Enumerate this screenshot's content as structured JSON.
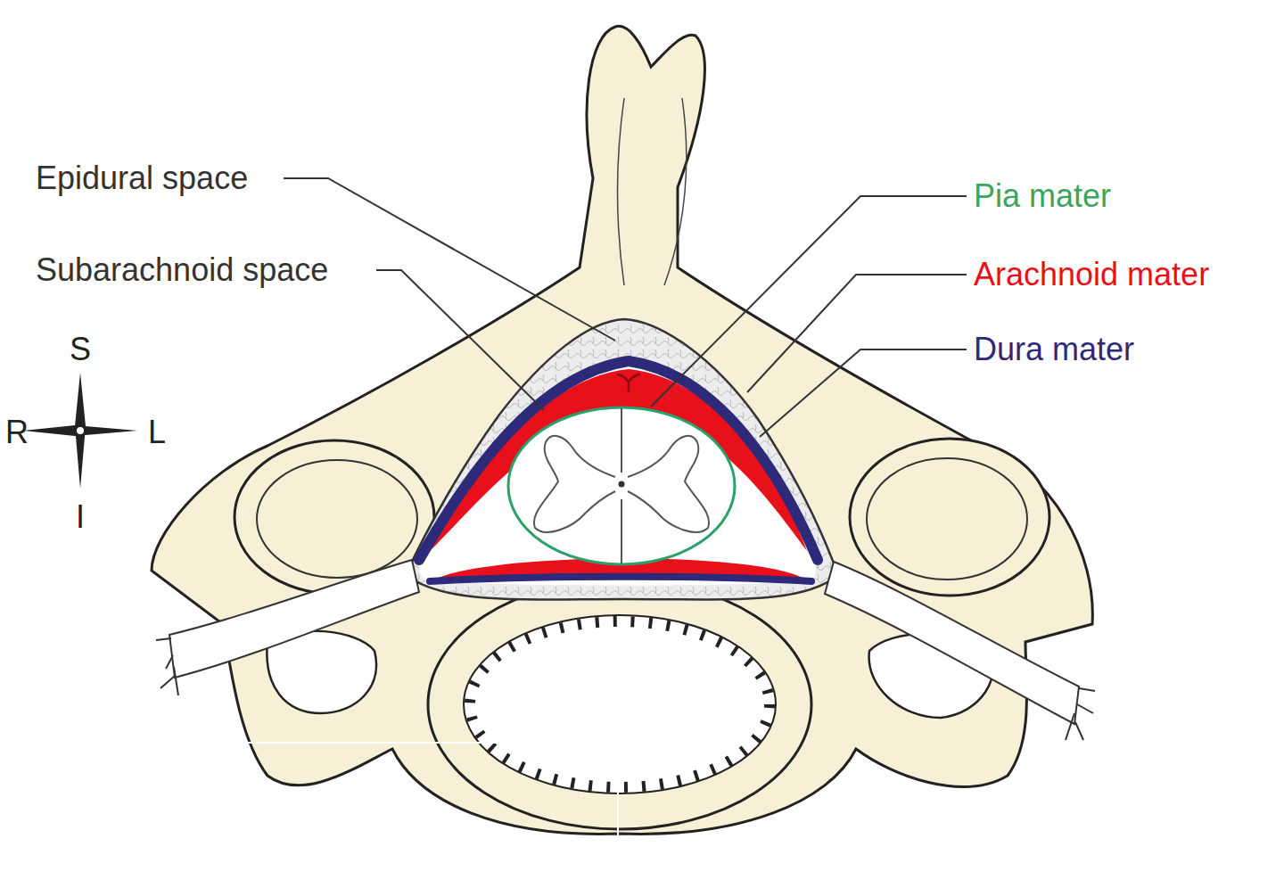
{
  "diagram": {
    "labels": [
      "Epidural space",
      "Subarachnoid space",
      "Pia mater",
      "Arachnoid mater",
      "Dura mater",
      "S",
      "R",
      "L",
      "I"
    ]
  }
}
